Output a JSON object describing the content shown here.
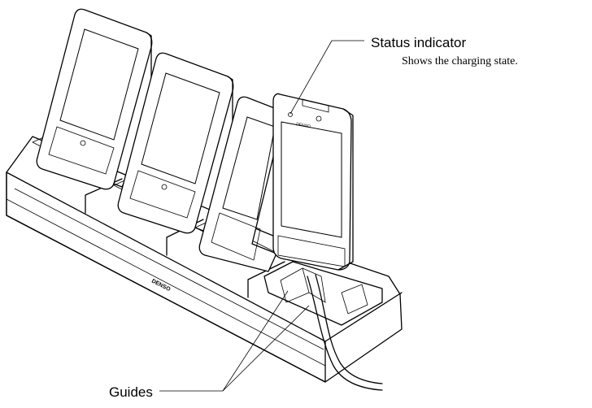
{
  "callouts": {
    "status_indicator": {
      "title": "Status indicator",
      "description": "Shows the charging state."
    },
    "guides": {
      "title": "Guides"
    }
  },
  "device_brand": "DENSO",
  "cradle_brand": "DENSO"
}
